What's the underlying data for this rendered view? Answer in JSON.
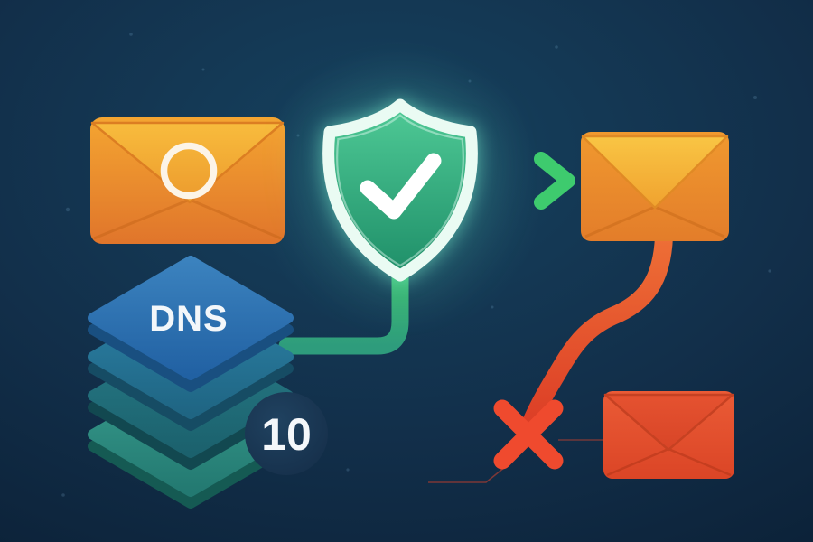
{
  "scene": {
    "description_labels": {
      "dns": "DNS",
      "badge": "10"
    },
    "background": {
      "center": "#16425F",
      "mid": "#122F4A",
      "edge": "#0B2036"
    },
    "colors": {
      "sender_envelope_orange": "#F19A31",
      "delivered_envelope_orange": "#F0992F",
      "delivered_flap_yellow": "#F7C241",
      "blocked_envelope_red": "#EA5B36",
      "shield_green_top": "#4FCA96",
      "shield_green_bottom": "#1E8E68",
      "shield_outline_mint": "#EAFBF3",
      "checkmark_white": "#FFFFFF",
      "arrow_green": "#3ECB6E",
      "connector_green": "#3FC070",
      "reject_red": "#EF4A2E",
      "curve_red": "#E8512C",
      "dns_diamond_blue": "#2E6FAE",
      "stack_teal": "#27808A",
      "badge_navy": "#1B3A57",
      "ring_white": "#FCF4E7"
    },
    "icons": [
      {
        "name": "sender-email-icon"
      },
      {
        "name": "sender-ring-icon"
      },
      {
        "name": "verified-shield-icon"
      },
      {
        "name": "check-icon"
      },
      {
        "name": "dns-stack-icon"
      },
      {
        "name": "priority-badge"
      },
      {
        "name": "flow-arrow-icon"
      },
      {
        "name": "delivered-email-icon"
      },
      {
        "name": "reject-x-icon"
      },
      {
        "name": "blocked-email-icon"
      }
    ]
  }
}
